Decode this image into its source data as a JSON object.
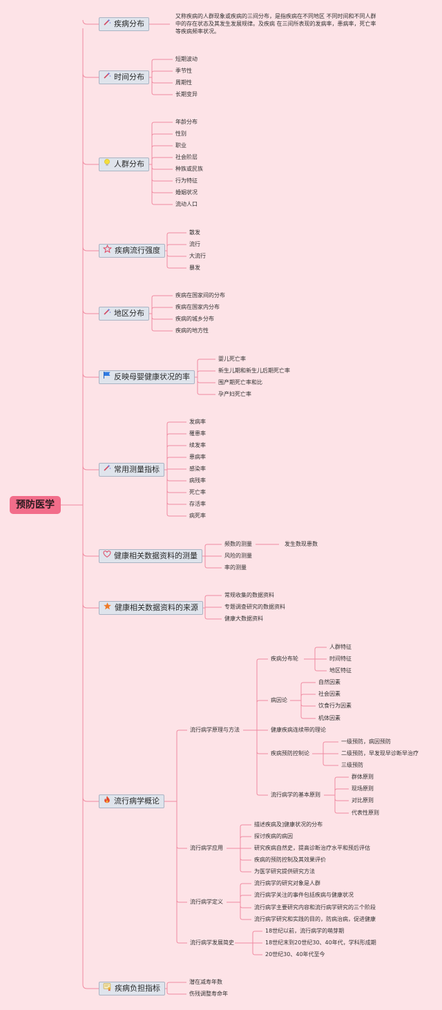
{
  "root": "预防医学",
  "colors": {
    "line": "#f08aa0",
    "root": "#f26d8a",
    "branch": "#dfe4ec",
    "background": "#fde3e7"
  },
  "branches": [
    {
      "label": "疾病分布",
      "icon": "wand-icon",
      "desc": "又称疾病的人群现象或疾病的三间分布，是指疾病在不同地区 不同时间和不同人群中的存在状态及其发生发展规律。及疾病 在三间所表现的发病率，患病率，死亡率等疾病频率状况。"
    },
    {
      "label": "时间分布",
      "icon": "wand-icon",
      "items": [
        "短期波动",
        "季节性",
        "周期性",
        "长期变异"
      ]
    },
    {
      "label": "人群分布",
      "icon": "bulb-icon",
      "items": [
        "年龄分布",
        "性别",
        "职业",
        "社会阶层",
        "种族或民族",
        "行为特征",
        "婚姻状况",
        "流动人口"
      ]
    },
    {
      "label": "疾病流行强度",
      "icon": "star-outline-icon",
      "items": [
        "散发",
        "流行",
        "大流行",
        "暴发"
      ]
    },
    {
      "label": "地区分布",
      "icon": "wand-icon",
      "items": [
        "疾病在国家间的分布",
        "疾病在国家内分布",
        "疾病的城乡分布",
        "疾病的地方性"
      ]
    },
    {
      "label": "反映母婴健康状况的率",
      "icon": "flag-icon",
      "items": [
        "婴儿死亡率",
        "新生儿期和新生儿后期死亡率",
        "围产期死亡率和比",
        "孕产妇死亡率"
      ]
    },
    {
      "label": "常用测量指标",
      "icon": "wand-icon",
      "items": [
        "发病率",
        "罹患率",
        "续发率",
        "患病率",
        "感染率",
        "病残率",
        "死亡率",
        "存活率",
        "病死率"
      ]
    },
    {
      "label": "健康相关数据资料的测量",
      "icon": "heart-icon",
      "items": [
        "频数的测量",
        "风险的测量",
        "率的测量"
      ],
      "extra": "发生数现患数"
    },
    {
      "label": "健康相关数据资料的来源",
      "icon": "star-filled-icon",
      "items": [
        "常规收集的数据资料",
        "专题调查研究的数据资料",
        "健康大数据资料"
      ]
    },
    {
      "label": "流行病学概论",
      "icon": "fire-icon",
      "sub": [
        {
          "label": "流行病学原理与方法",
          "sub": [
            {
              "label": "疾病分布轮",
              "items": [
                "人群特征",
                "时间特征",
                "地区特征"
              ]
            },
            {
              "label": "病因论",
              "items": [
                "自然因素",
                "社会因素",
                "饮食行为因素",
                "机体因素"
              ]
            },
            {
              "label": "健康疾病连续带的理论"
            },
            {
              "label": "疾病预防控制论",
              "items": [
                "一级预防，病因预防",
                "二级预防，早发现早诊断早治疗",
                "三级预防"
              ]
            },
            {
              "label": "流行病学的基本原则",
              "items": [
                "群体原则",
                "现场原则",
                "对比原则",
                "代表性原则"
              ]
            }
          ]
        },
        {
          "label": "流行病学应用",
          "items": [
            "描述疾病及]健康状况的分布",
            "探讨疾病的病因",
            "研究疾病自然史，提高诊断治疗水平和预后评估",
            "疾病的预防控制及其效果评价",
            "为医学研究提供研究方法"
          ]
        },
        {
          "label": "流行病学定义",
          "items": [
            "流行病学的研究对象是人群",
            "流行病学关注的事件包括疾病与健康状况",
            "流行病学主要研究内容和流行病学研究的三个阶段",
            "流行病学研究和实践的目的，防病治病，促进健康"
          ]
        },
        {
          "label": "流行病学发展简史",
          "items": [
            "18世纪以前，流行病学的萌芽期",
            "18世纪末到20世纪30、40年代，学科形成期",
            "20世纪30、40年代至今"
          ]
        }
      ]
    },
    {
      "label": "疾病负担指标",
      "icon": "certificate-icon",
      "items": [
        "潜在减寿年数",
        "伤残调整寿命年"
      ]
    }
  ]
}
